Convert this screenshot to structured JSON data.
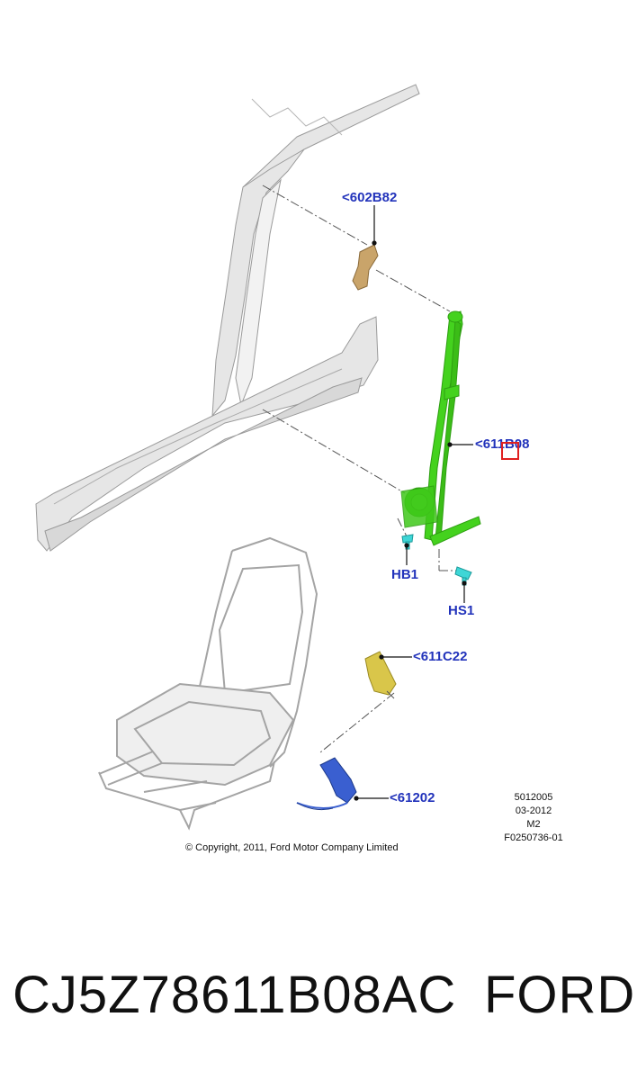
{
  "callouts": {
    "upper_anchor": "<602B82",
    "retractor": "<611B08",
    "bolt_1": "HB1",
    "bolt_2": "HS1",
    "buckle_1": "<611C22",
    "buckle_2": "<61202"
  },
  "reference": {
    "line_1": "5012005",
    "line_2": "03-2012",
    "line_3": "M2",
    "line_4": "F0250736-01"
  },
  "copyright": "© Copyright, 2011, Ford Motor Company Limited",
  "part_number": "CJ5Z78611B08AC",
  "brand": "FORD",
  "colors": {
    "callout_text": "#2233bb",
    "retractor_green": "#44d21e",
    "anchor_tan": "#c9a46a",
    "bolt_cyan": "#3ed6d6",
    "buckle_yellow": "#d9c64a",
    "buckle_blue": "#3a5fd0",
    "structure_gray": "#e4e4e4",
    "highlight_red": "#e02020"
  }
}
